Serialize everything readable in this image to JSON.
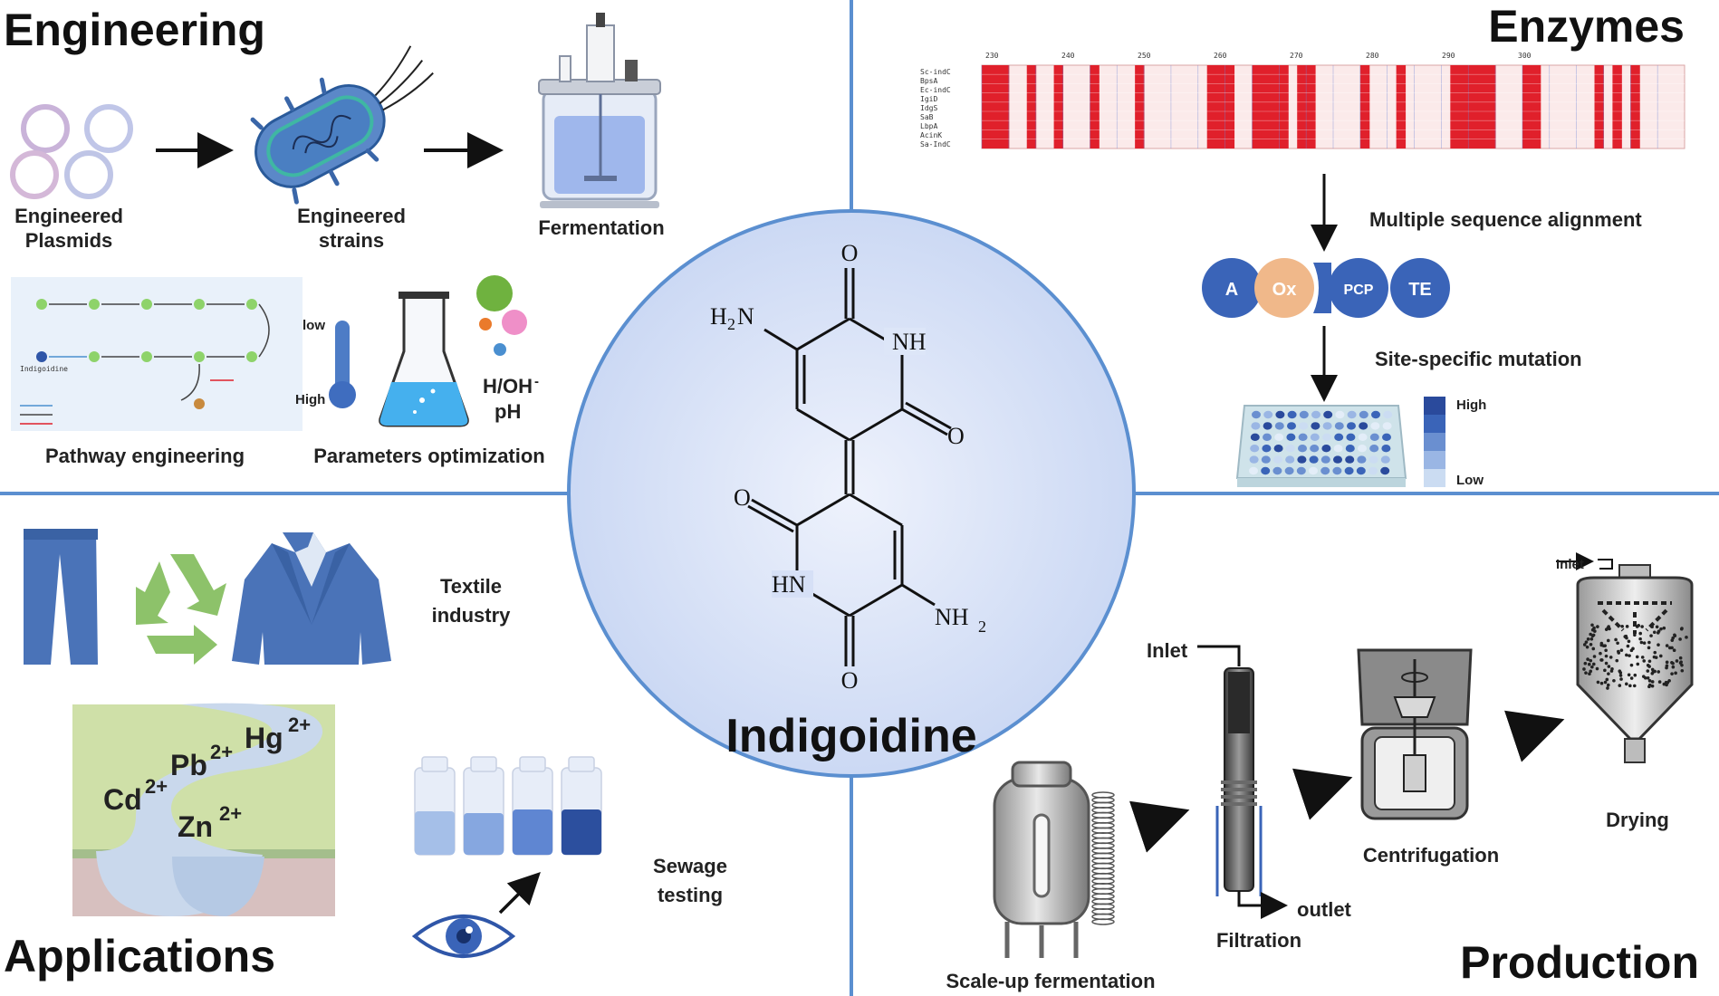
{
  "quadrants": {
    "engineering": {
      "title": "Engineering",
      "plasmids_line1": "Engineered",
      "plasmids_line2": "Plasmids",
      "strains_line1": "Engineered",
      "strains_line2": "strains",
      "fermentation": "Fermentation",
      "pathway": "Pathway engineering",
      "pathway_node": "Indigoidine",
      "parameters": "Parameters optimization",
      "temp_low": "low",
      "temp_high": "High",
      "ph_line1": "H/OH",
      "ph_sup": "-",
      "ph_line2": "pH"
    },
    "enzymes": {
      "title": "Enzymes",
      "positions": [
        "230",
        "240",
        "250",
        "260",
        "270",
        "280",
        "290",
        "300"
      ],
      "sequences": [
        "Sc-indC",
        "BpsA",
        "Ec-indC",
        "IgiD",
        "IdgS",
        "SaB",
        "LbpA",
        "AcinK",
        "Sa-IndC"
      ],
      "msa": "Multiple sequence alignment",
      "domains": [
        "A",
        "Ox",
        "PCP",
        "TE"
      ],
      "mutation": "Site-specific mutation",
      "scale_high": "High",
      "scale_low": "Low"
    },
    "applications": {
      "title": "Applications",
      "textile_line1": "Textile",
      "textile_line2": "industry",
      "ions": {
        "hg": "Hg",
        "hg_sup": "2+",
        "pb": "Pb",
        "pb_sup": "2+",
        "cd": "Cd",
        "cd_sup": "2+",
        "zn": "Zn",
        "zn_sup": "2+"
      },
      "sewage_line1": "Sewage",
      "sewage_line2": "testing"
    },
    "production": {
      "title": "Production",
      "scaleup": "Scale-up fermentation",
      "inlet1": "Inlet",
      "outlet": "outlet",
      "filtration": "Filtration",
      "centrifugation": "Centrifugation",
      "inlet2": "Inlet",
      "drying": "Drying"
    }
  },
  "center": {
    "title": "Indigoidine",
    "atoms": {
      "o_top": "O",
      "nh2_top": "H",
      "nh2_top_rest": "N",
      "nh": "NH",
      "o_right": "O",
      "o_left": "O",
      "hn": "HN",
      "nh2_bottom": "NH",
      "nh2_bottom_sub": "2",
      "nh2_top_sub": "2",
      "o_bottom": "O"
    }
  },
  "colors": {
    "divider": "#5b8fd0",
    "blue_dark": "#2f56a8",
    "blue_mid": "#4d7cc6",
    "center_fill": "#d4def6",
    "msa_red": "#e0202b",
    "ox_orange": "#f0b88a"
  }
}
